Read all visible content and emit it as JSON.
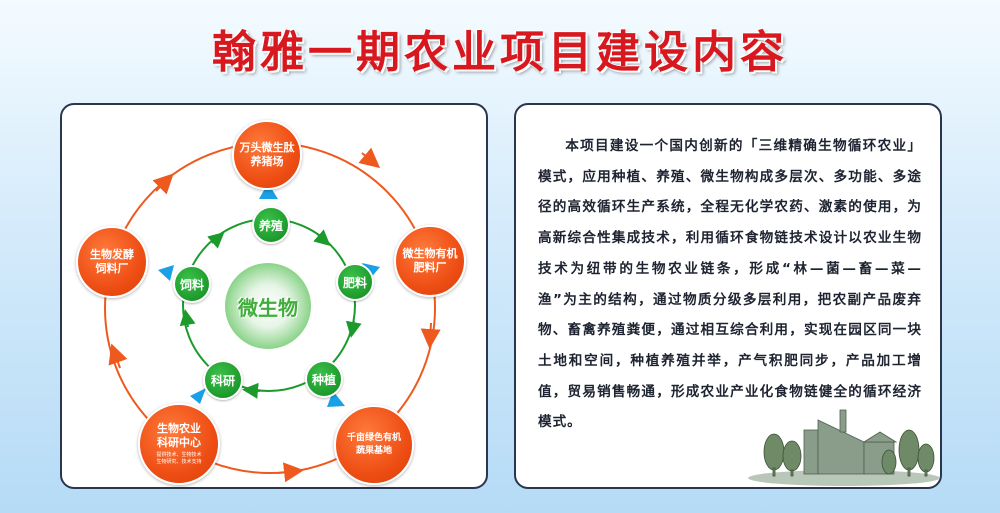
{
  "title": "翰雅一期农业项目建设内容",
  "diagram": {
    "core": "微生物",
    "outer_nodes": [
      {
        "id": "top",
        "label": "万头微生肽\n养猪场",
        "sub": ""
      },
      {
        "id": "right",
        "label": "微生物有机\n肥料厂",
        "sub": ""
      },
      {
        "id": "bottom_right",
        "label": "千亩绿色有机\n蔬果基地",
        "sub": ""
      },
      {
        "id": "bottom_left",
        "label": "生物农业\n科研中心",
        "sub": "提供技术、生物技术\n生物研究、技术支持"
      },
      {
        "id": "left",
        "label": "生物发酵\n饲料厂",
        "sub": ""
      }
    ],
    "inner_nodes": [
      {
        "id": "yangzhi",
        "label": "养殖"
      },
      {
        "id": "feiliao",
        "label": "肥料"
      },
      {
        "id": "zhongzhi",
        "label": "种植"
      },
      {
        "id": "keyan",
        "label": "科研"
      },
      {
        "id": "siliao",
        "label": "饲料"
      }
    ],
    "colors": {
      "outer": "#ee4e14",
      "inner": "#1d9a2c",
      "pointer": "#1aa0e6",
      "title": "#d8181f"
    }
  },
  "description": "本项目建设一个国内创新的「三维精确生物循环农业」模式，应用种植、养殖、微生物构成多层次、多功能、多途径的高效循环生产系统，全程无化学农药、激素的使用，为高新综合性集成技术，利用循环食物链技术设计以农业生物技术为纽带的生物农业链条，形成“林—菌—畜—菜—渔”为主的结构，通过物质分级多层利用，把农副产品废弃物、畜禽养殖粪便，通过相互综合利用，实现在园区同一块土地和空间，种植养殖并举，产气积肥同步，产品加工增值，贸易销售畅通，形成农业产业化食物链健全的循环经济模式。"
}
